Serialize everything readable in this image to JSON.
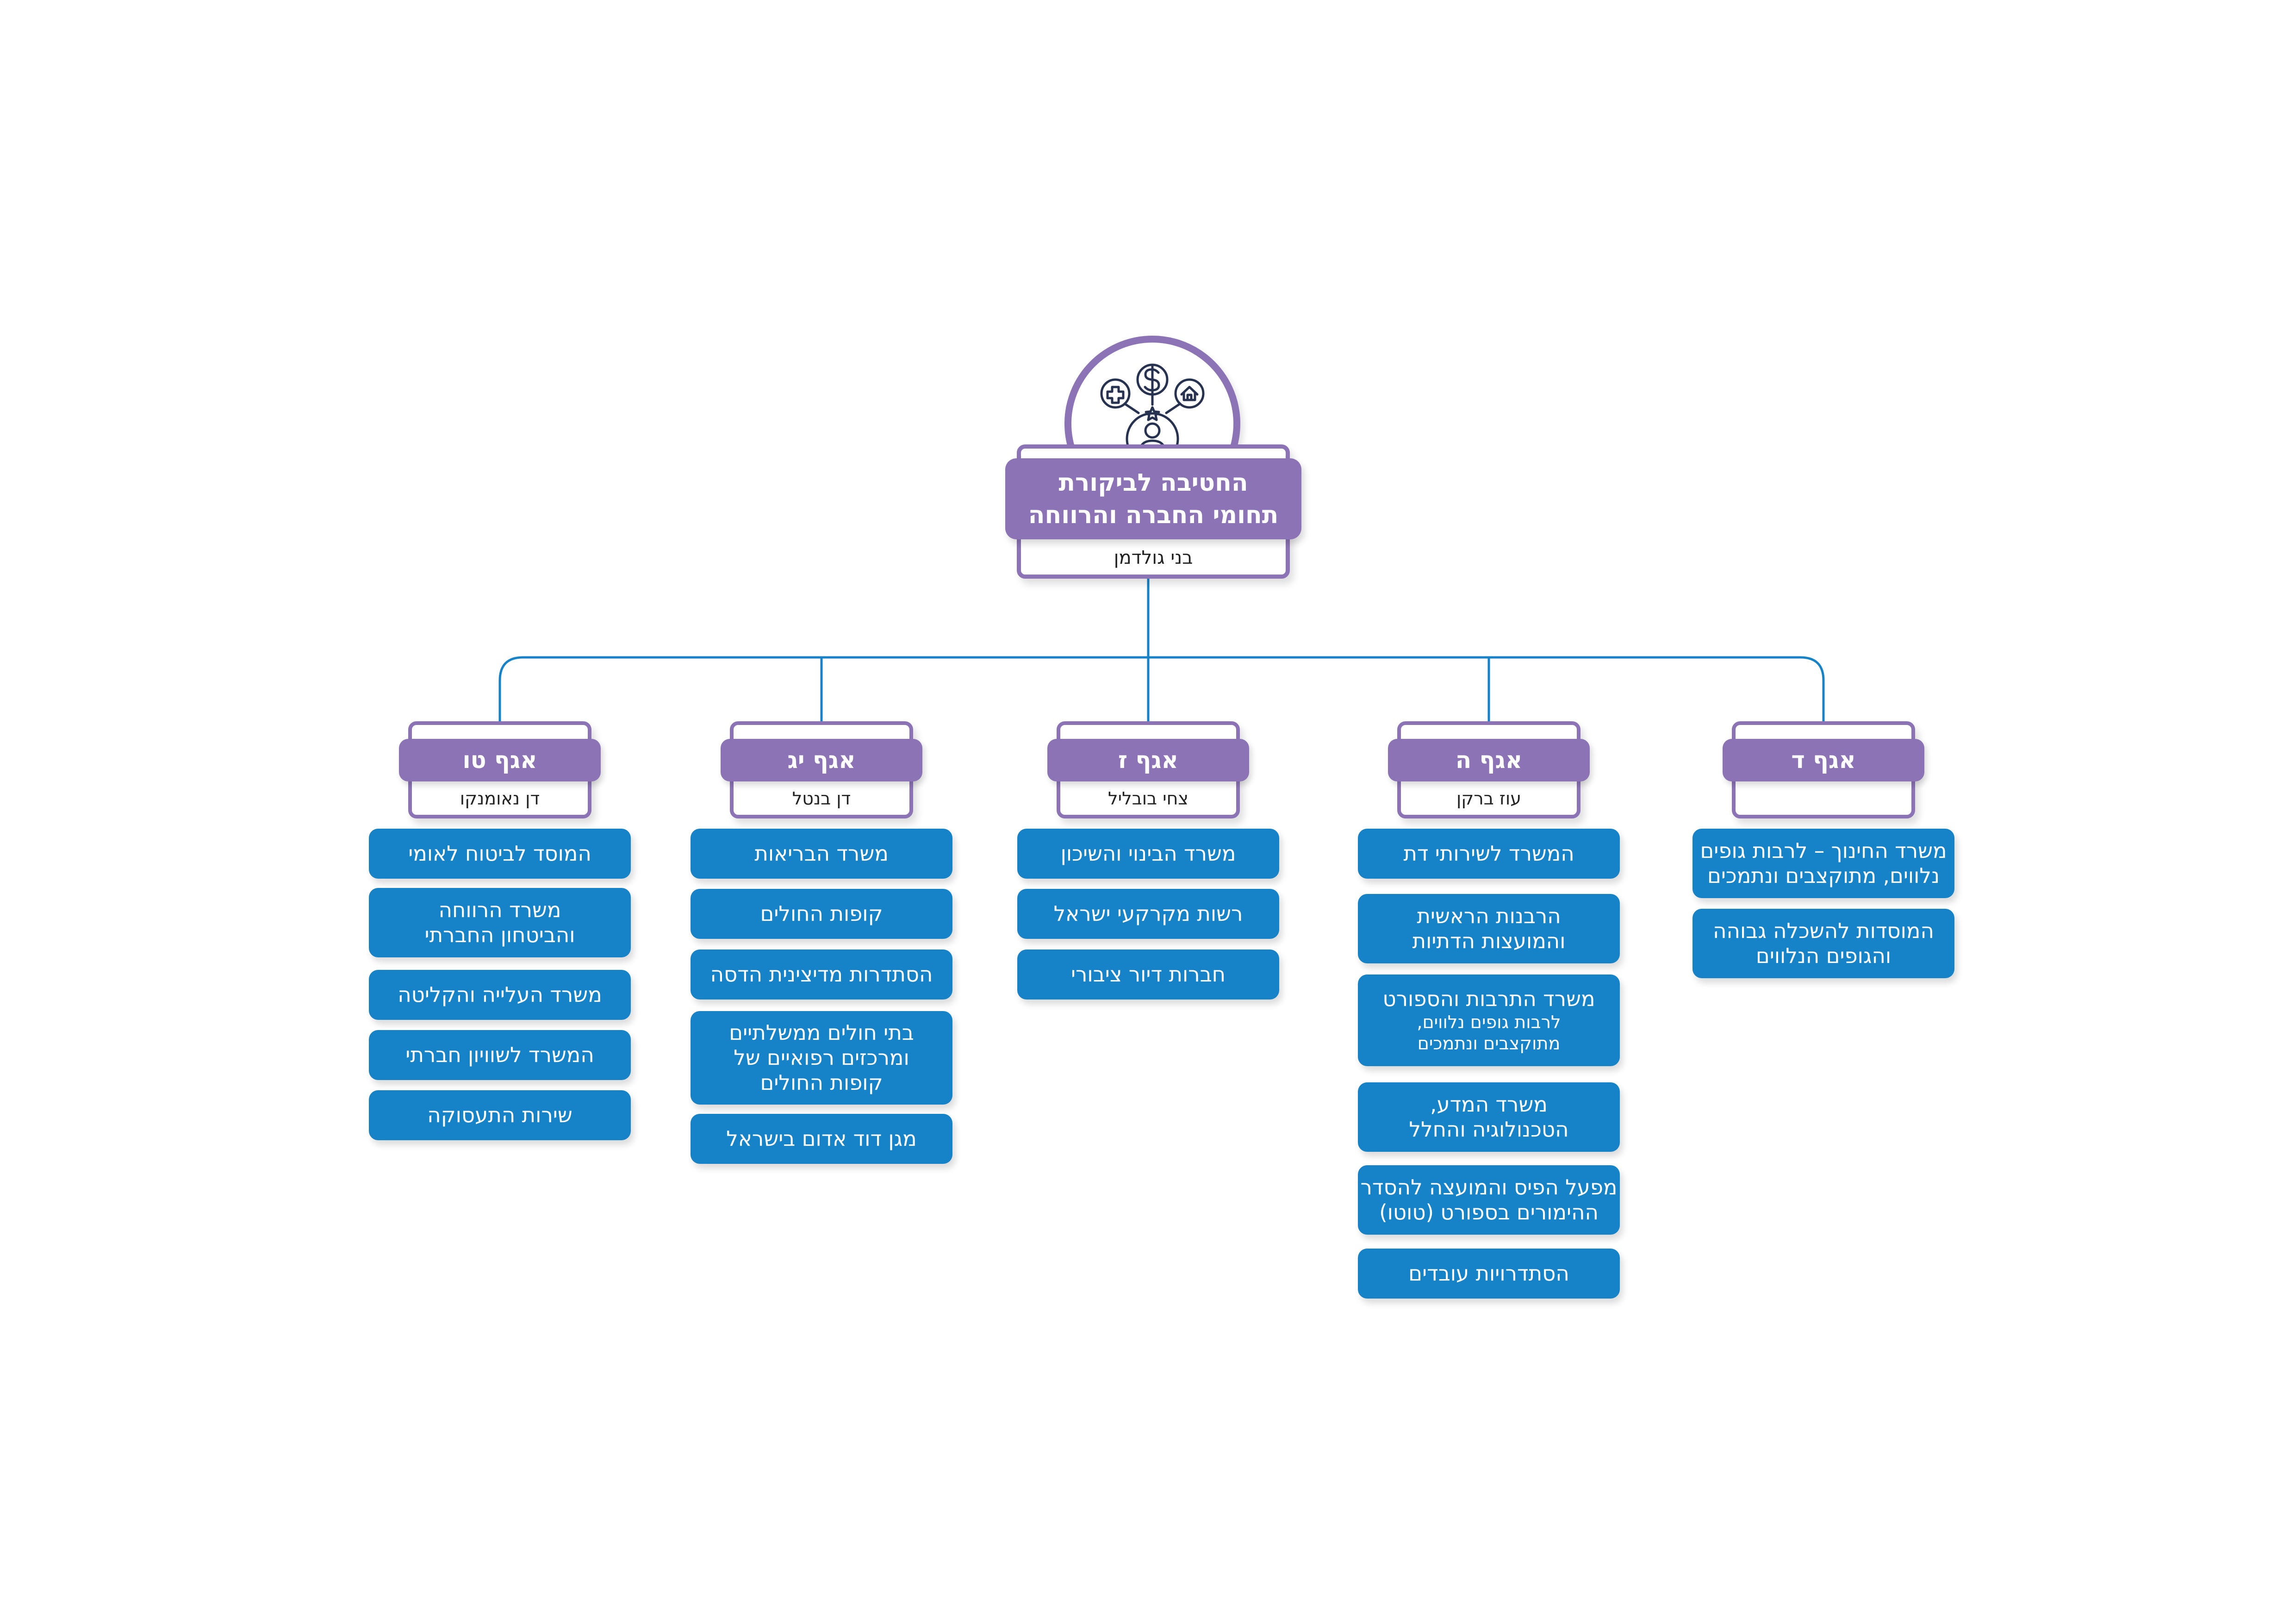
{
  "colors": {
    "purple": "#8b73b5",
    "blue": "#1683c8",
    "line": "#1683c8"
  },
  "root": {
    "icon": "welfare-person-icon",
    "title_line1": "החטיבה לביקורת",
    "title_line2": "תחומי החברה והרווחה",
    "head": "בני גולדמן"
  },
  "departments": [
    {
      "title": "אגף ד",
      "head": "",
      "units": [
        {
          "line1": "משרד החינוך – לרבות גופים",
          "line2": "נלווים, מתוקצבים ונתמכים"
        },
        {
          "line1": "המוסדות להשכלה גבוהה",
          "line2": "והגופים הנלווים"
        }
      ]
    },
    {
      "title": "אגף ה",
      "head": "עוז ברקן",
      "units": [
        {
          "line1": "המשרד לשירותי דת"
        },
        {
          "line1": "הרבנות הראשית",
          "line2": "והמועצות הדתיות"
        },
        {
          "line1": "משרד התרבות והספורט",
          "small1": "לרבות גופים נלווים,",
          "small2": "מתוקצבים ונתמכים"
        },
        {
          "line1": "משרד המדע,",
          "line2": "הטכנולוגיה והחלל"
        },
        {
          "line1": "מפעל הפיס והמועצה להסדר",
          "line2": "ההימורים בספורט (טוטו)"
        },
        {
          "line1": "הסתדרויות עובדים"
        }
      ]
    },
    {
      "title": "אגף ז",
      "head": "צחי בובליל",
      "units": [
        {
          "line1": "משרד הבינוי והשיכון"
        },
        {
          "line1": "רשות מקרקעי ישראל"
        },
        {
          "line1": "חברות דיור ציבורי"
        }
      ]
    },
    {
      "title": "אגף יג",
      "head": "דן בנטל",
      "units": [
        {
          "line1": "משרד הבריאות"
        },
        {
          "line1": "קופות החולים"
        },
        {
          "line1": "הסתדרות מדיצינית הדסה"
        },
        {
          "line1": "בתי חולים ממשלתיים",
          "line2": "ומרכזים רפואיים של",
          "line3": "קופות החולים"
        },
        {
          "line1": "מגן דוד אדום בישראל"
        }
      ]
    },
    {
      "title": "אגף טו",
      "head": "דן נאומנקו",
      "units": [
        {
          "line1": "המוסד לביטוח לאומי"
        },
        {
          "line1": "משרד הרווחה",
          "line2": "והביטחון החברתי"
        },
        {
          "line1": "משרד העלייה והקליטה"
        },
        {
          "line1": "המשרד לשוויון חברתי"
        },
        {
          "line1": "שירות התעסוקה"
        }
      ]
    }
  ]
}
